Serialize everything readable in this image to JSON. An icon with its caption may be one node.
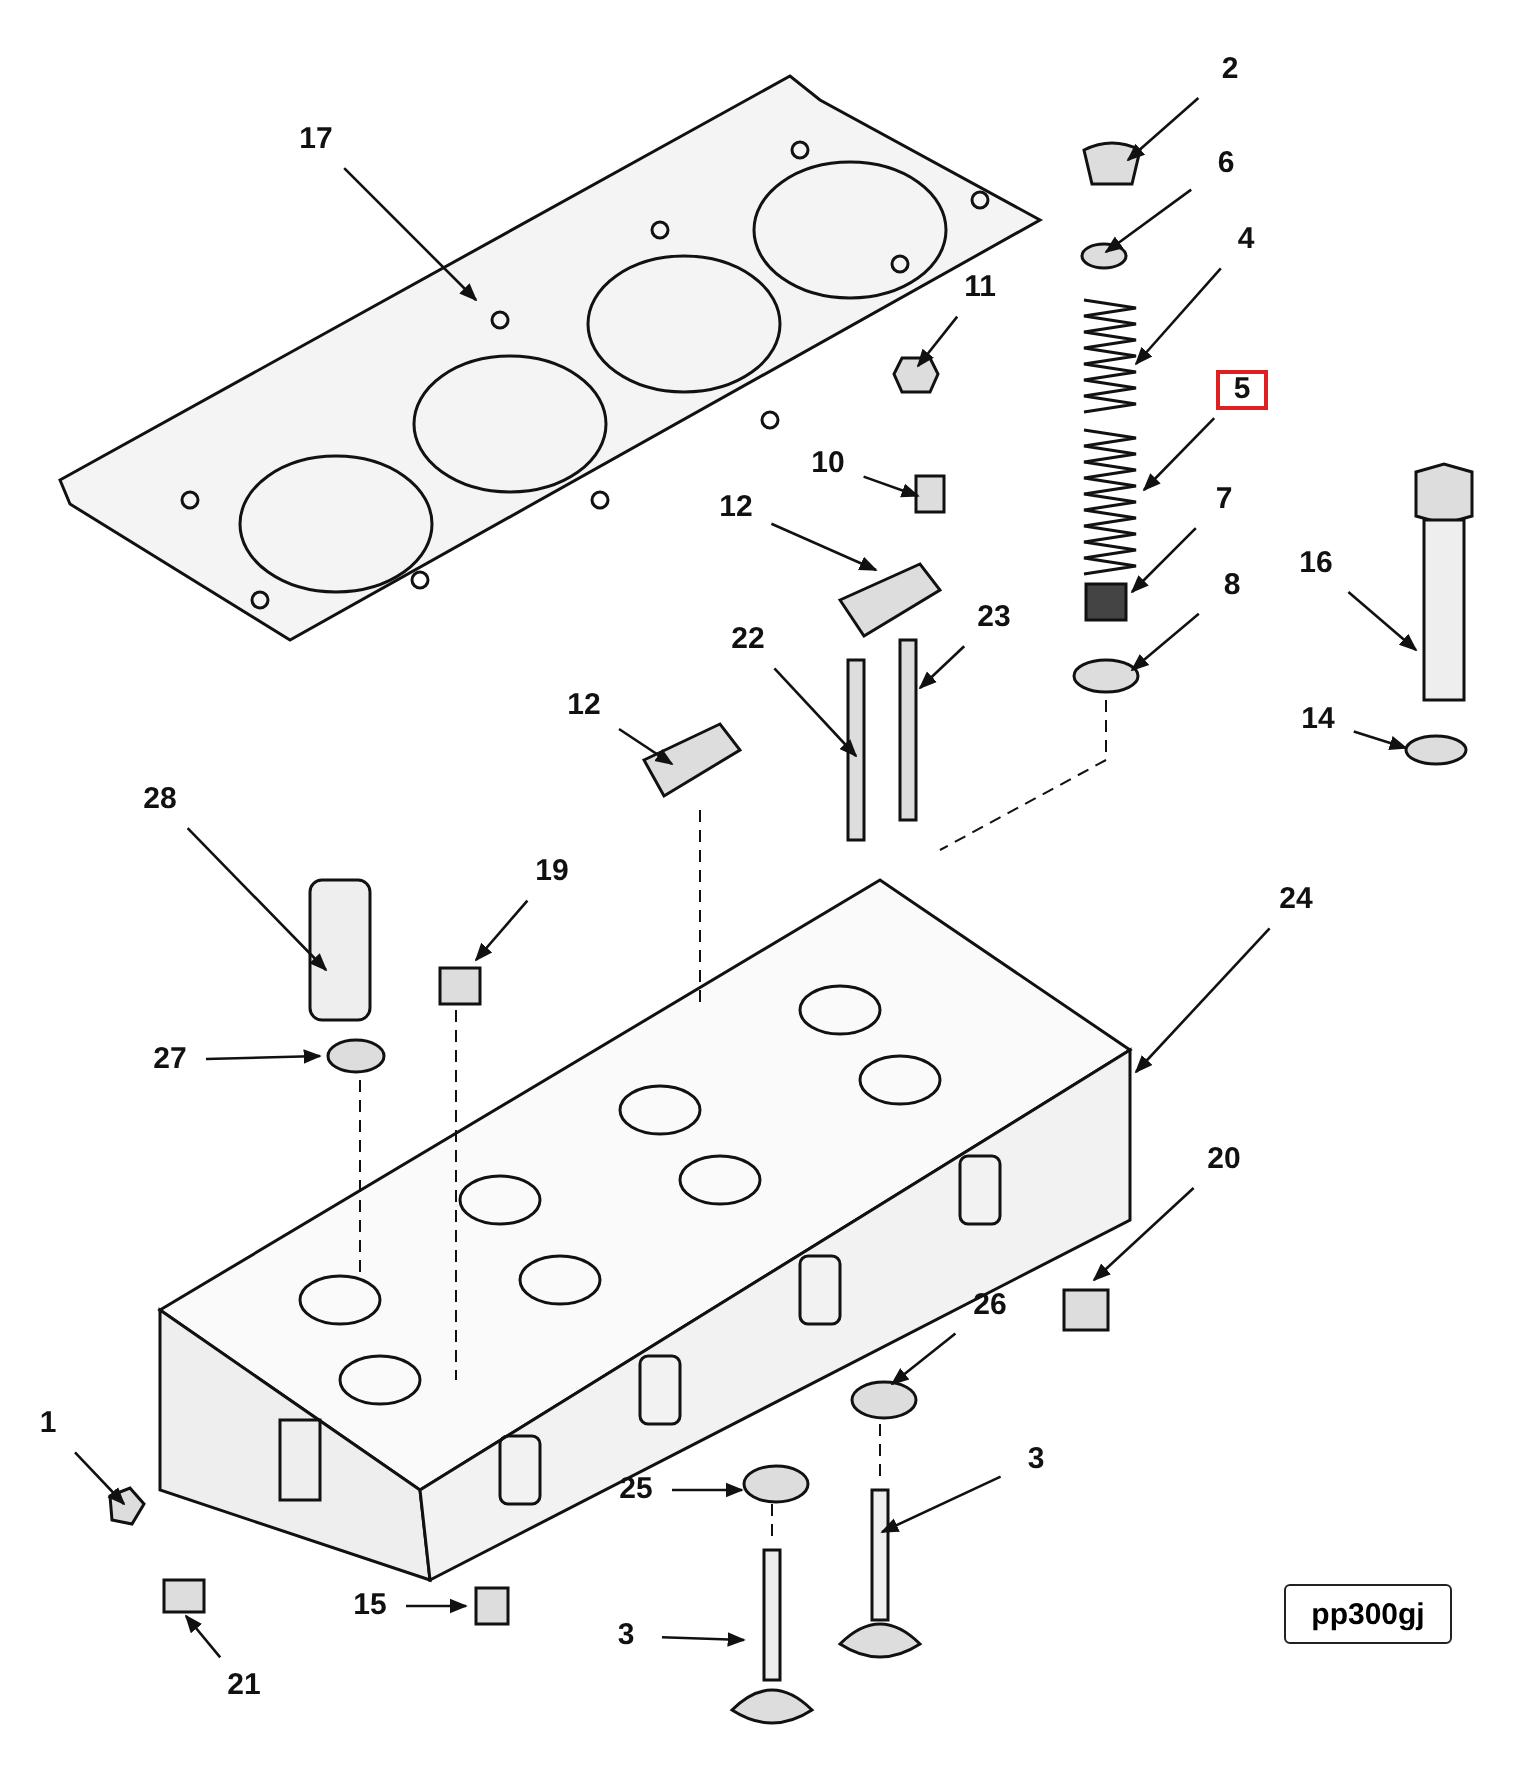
{
  "diagram": {
    "nodes": [
      {
        "text": [
          "2"
        ]
      },
      {
        "text": [
          "6"
        ]
      },
      {
        "text": [
          "17"
        ]
      },
      {
        "text": [
          "4"
        ]
      },
      {
        "text": [
          "11"
        ]
      },
      {
        "text": [
          "5"
        ]
      },
      {
        "text": [
          "10"
        ]
      },
      {
        "text": [
          "12"
        ]
      },
      {
        "text": [
          "7"
        ]
      },
      {
        "text": [
          "16"
        ]
      },
      {
        "text": [
          "8"
        ]
      },
      {
        "text": [
          "23"
        ]
      },
      {
        "text": [
          "22"
        ]
      },
      {
        "text": [
          "12"
        ]
      },
      {
        "text": [
          "14"
        ]
      },
      {
        "text": [
          "28"
        ]
      },
      {
        "text": [
          "19"
        ]
      },
      {
        "text": [
          "24"
        ]
      },
      {
        "text": [
          "27"
        ]
      },
      {
        "text": [
          "20"
        ]
      },
      {
        "text": [
          "26"
        ]
      },
      {
        "text": [
          "1"
        ]
      },
      {
        "text": [
          "3"
        ]
      },
      {
        "text": [
          "25"
        ]
      },
      {
        "text": [
          "15"
        ]
      },
      {
        "text": [
          "3"
        ]
      },
      {
        "text": [
          "21"
        ]
      }
    ],
    "edges": [
      {
        "from": 0,
        "to": null,
        "arrow": "to"
      },
      {
        "from": 1,
        "to": null,
        "arrow": "to"
      },
      {
        "from": 2,
        "to": null,
        "arrow": "to"
      },
      {
        "from": 3,
        "to": null,
        "arrow": "to"
      },
      {
        "from": 4,
        "to": null,
        "arrow": "to"
      },
      {
        "from": 5,
        "to": null,
        "arrow": "to"
      },
      {
        "from": 6,
        "to": null,
        "arrow": "to"
      },
      {
        "from": 7,
        "to": null,
        "arrow": "to"
      },
      {
        "from": 8,
        "to": null,
        "arrow": "to"
      },
      {
        "from": 9,
        "to": null,
        "arrow": "to"
      },
      {
        "from": 10,
        "to": null,
        "arrow": "to"
      },
      {
        "from": 11,
        "to": null,
        "arrow": "to"
      },
      {
        "from": 12,
        "to": null,
        "arrow": "to"
      },
      {
        "from": 13,
        "to": null,
        "arrow": "to"
      },
      {
        "from": 14,
        "to": null,
        "arrow": "to"
      },
      {
        "from": 15,
        "to": null,
        "arrow": "to"
      },
      {
        "from": 16,
        "to": null,
        "arrow": "to"
      },
      {
        "from": 17,
        "to": null,
        "arrow": "to"
      },
      {
        "from": 18,
        "to": null,
        "arrow": "to"
      },
      {
        "from": 19,
        "to": null,
        "arrow": "to"
      },
      {
        "from": 20,
        "to": null,
        "arrow": "to"
      },
      {
        "from": 21,
        "to": null,
        "arrow": "to"
      },
      {
        "from": 22,
        "to": null,
        "arrow": "to"
      },
      {
        "from": 23,
        "to": null,
        "arrow": "to"
      },
      {
        "from": 24,
        "to": null,
        "arrow": "to"
      },
      {
        "from": 25,
        "to": null,
        "arrow": "to"
      },
      {
        "from": 26,
        "to": null,
        "arrow": "to"
      }
    ],
    "labels": [
      "pp300gj"
    ]
  }
}
